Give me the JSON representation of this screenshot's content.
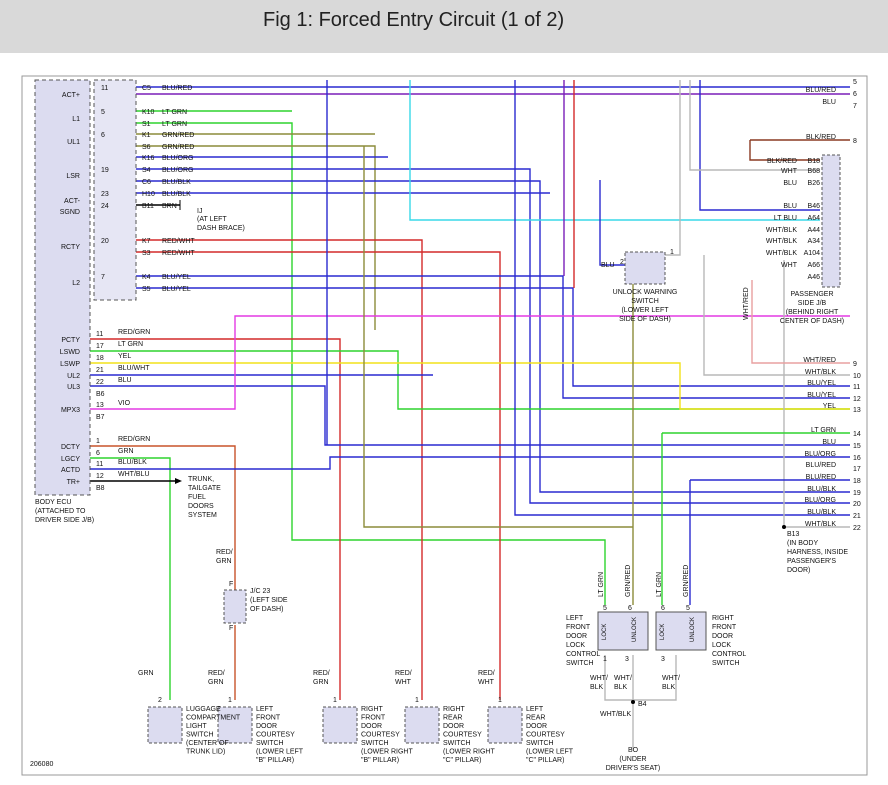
{
  "title": "Fig 1: Forced Entry Circuit (1 of 2)",
  "figure_id": "206080",
  "ecu": {
    "name_lines": [
      "BODY ECU",
      "(ATTACHED TO",
      "DRIVER SIDE J/B)"
    ],
    "pins": [
      "ACT+",
      "L1",
      "UL1",
      "LSR",
      "ACT-",
      "SGND",
      "RCTY",
      "L2",
      "PCTY",
      "LSWD",
      "LSWP",
      "UL2",
      "UL3",
      "MPX3",
      "DCTY",
      "LGCY",
      "ACTD",
      "TR+"
    ]
  },
  "connectors": [
    {
      "num": "11",
      "pin": "C5",
      "color": "BLU/RED"
    },
    {
      "num": "5",
      "pin": "K10",
      "color": "LT GRN"
    },
    {
      "num": "",
      "pin": "S1",
      "color": "LT GRN"
    },
    {
      "num": "6",
      "pin": "K1",
      "color": "GRN/RED"
    },
    {
      "num": "",
      "pin": "S6",
      "color": "GRN/RED"
    },
    {
      "num": "",
      "pin": "K16",
      "color": "BLU/ORG"
    },
    {
      "num": "19",
      "pin": "S4",
      "color": "BLU/ORG"
    },
    {
      "num": "",
      "pin": "C6",
      "color": "BLU/BLK"
    },
    {
      "num": "23",
      "pin": "H10",
      "color": "BLU/BLK"
    },
    {
      "num": "24",
      "pin": "B11",
      "color": "BRN"
    },
    {
      "num": "20",
      "pin": "K7",
      "color": "RED/WHT"
    },
    {
      "num": "",
      "pin": "S3",
      "color": "RED/WHT"
    },
    {
      "num": "7",
      "pin": "K4",
      "color": "BLU/YEL"
    },
    {
      "num": "",
      "pin": "S5",
      "color": "BLU/YEL"
    }
  ],
  "ground_ij": [
    "IJ",
    "(AT LEFT",
    "DASH BRACE)"
  ],
  "lower_pins": [
    {
      "num": "11",
      "color": "RED/GRN"
    },
    {
      "num": "17",
      "color": "LT GRN"
    },
    {
      "num": "18",
      "color": "YEL"
    },
    {
      "num": "21",
      "color": "BLU/WHT"
    },
    {
      "num": "22",
      "color": "BLU"
    },
    {
      "num": "B6",
      "color": ""
    },
    {
      "num": "13",
      "color": "VIO"
    },
    {
      "num": "B7",
      "color": ""
    },
    {
      "num": "1",
      "color": "RED/GRN"
    },
    {
      "num": "6",
      "color": "GRN"
    },
    {
      "num": "11",
      "color": "BLU/BLK"
    },
    {
      "num": "12",
      "color": "WHT/BLU"
    },
    {
      "num": "B8",
      "color": ""
    }
  ],
  "trunk_label": [
    "TRUNK,",
    "TAILGATE",
    "FUEL",
    "DOORS",
    "SYSTEM"
  ],
  "right_labels": [
    {
      "num": "5",
      "color": ""
    },
    {
      "num": "6",
      "color": "BLU/RED"
    },
    {
      "num": "7",
      "color": "BLU"
    },
    {
      "num": "8",
      "color": "BLK/RED"
    },
    {
      "num": "9",
      "color": "WHT/RED"
    },
    {
      "num": "10",
      "color": "WHT/BLK"
    },
    {
      "num": "11",
      "color": "BLU/YEL"
    },
    {
      "num": "12",
      "color": "BLU/YEL"
    },
    {
      "num": "13",
      "color": "YEL"
    },
    {
      "num": "14",
      "color": "LT GRN"
    },
    {
      "num": "15",
      "color": "BLU"
    },
    {
      "num": "16",
      "color": "BLU/ORG"
    },
    {
      "num": "17",
      "color": "BLU/RED"
    },
    {
      "num": "18",
      "color": "BLU/RED"
    },
    {
      "num": "19",
      "color": "BLU/BLK"
    },
    {
      "num": "20",
      "color": "BLU/ORG"
    },
    {
      "num": "21",
      "color": "BLU/BLK"
    },
    {
      "num": "22",
      "color": "WHT/BLK"
    }
  ],
  "passenger_jb": {
    "pins": [
      {
        "color": "BLK/RED",
        "pin": "B18"
      },
      {
        "color": "WHT",
        "pin": "B68"
      },
      {
        "color": "BLU",
        "pin": "B26"
      },
      {
        "color": "BLU",
        "pin": "B46"
      },
      {
        "color": "LT BLU",
        "pin": "A64"
      },
      {
        "color": "WHT/BLK",
        "pin": "A44"
      },
      {
        "color": "WHT/BLK",
        "pin": "A34"
      },
      {
        "color": "WHT/BLK",
        "pin": "A104"
      },
      {
        "color": "WHT",
        "pin": "A66"
      },
      {
        "color": "",
        "pin": "A46"
      }
    ],
    "label": [
      "PASSENGER",
      "SIDE J/B",
      "(BEHIND RIGHT",
      "CENTER OF DASH)"
    ],
    "side_wire": "WHT/RED"
  },
  "unlock_switch": {
    "label": [
      "UNLOCK WARNING",
      "SWITCH",
      "(LOWER LEFT",
      "SIDE OF DASH)"
    ],
    "wire": "BLU",
    "pin_left": "2",
    "pin_right": "1"
  },
  "b13": [
    "B13",
    "(IN BODY",
    "HARNESS, INSIDE",
    "PASSENGER'S",
    "DOOR)"
  ],
  "jc23": {
    "label": [
      "J/C 23",
      "(LEFT SIDE",
      "OF DASH)"
    ],
    "top": "F",
    "bottom": "F",
    "wire": [
      "RED/",
      "GRN"
    ]
  },
  "left_lock": {
    "label": [
      "LEFT",
      "FRONT",
      "DOOR",
      "LOCK",
      "CONTROL",
      "SWITCH"
    ],
    "wires_top": [
      "LT GRN",
      "GRN/RED"
    ],
    "pins_top": [
      "5",
      "6"
    ],
    "pins_bottom": [
      "1",
      "3"
    ],
    "lock": "LOCK",
    "unlock": "UNLOCK"
  },
  "right_lock": {
    "label": [
      "RIGHT",
      "FRONT",
      "DOOR",
      "LOCK",
      "CONTROL",
      "SWITCH"
    ],
    "wires_top": [
      "LT GRN",
      "GRN/RED"
    ],
    "pins_top": [
      "6",
      "5"
    ],
    "pins_bottom": [
      "3"
    ],
    "lock": "LOCK",
    "unlock": "UNLOCK"
  },
  "ground_b4": {
    "pin": "B4",
    "wire": "WHT/BLK",
    "label": [
      "BO",
      "(UNDER",
      "DRIVER'S SEAT)"
    ],
    "wires_above": [
      [
        "WHT/",
        "BLK"
      ],
      [
        "WHT/",
        "BLK"
      ],
      [
        "WHT/",
        "BLK"
      ]
    ]
  },
  "bottom_switches": [
    {
      "wire": [
        "GRN"
      ],
      "pin": "2",
      "label": [
        "LUGGAGE",
        "COMPARTMENT",
        "LIGHT",
        "SWITCH",
        "(CENTER OF",
        "TRUNK LID)"
      ]
    },
    {
      "wire": [
        "RED/",
        "GRN"
      ],
      "pin": "1",
      "label": [
        "LEFT",
        "FRONT",
        "DOOR",
        "COURTESY",
        "SWITCH",
        "(LOWER LEFT",
        "\"B\" PILLAR)"
      ]
    },
    {
      "wire": [
        "RED/",
        "GRN"
      ],
      "pin": "1",
      "label": [
        "RIGHT",
        "FRONT",
        "DOOR",
        "COURTESY",
        "SWITCH",
        "(LOWER RIGHT",
        "\"B\" PILLAR)"
      ]
    },
    {
      "wire": [
        "RED/",
        "WHT"
      ],
      "pin": "1",
      "label": [
        "RIGHT",
        "REAR",
        "DOOR",
        "COURTESY",
        "SWITCH",
        "(LOWER RIGHT",
        "\"C\" PILLAR)"
      ]
    },
    {
      "wire": [
        "RED/",
        "WHT"
      ],
      "pin": "1",
      "label": [
        "LEFT",
        "REAR",
        "DOOR",
        "COURTESY",
        "SWITCH",
        "(LOWER LEFT",
        "\"C\" PILLAR)"
      ]
    }
  ],
  "colors": {
    "blue": "#2a2ad0",
    "purple": "#7a1fb8",
    "green": "#2ed42e",
    "olive": "#8c8c3a",
    "red": "#d42a2a",
    "rust": "#c8532a",
    "cyan": "#38d8e8",
    "yellow": "#f2e21a",
    "magenta": "#e43ae4",
    "gray": "#b8b8b8",
    "brown": "#8a3a22",
    "pink": "#e8a0a0"
  }
}
